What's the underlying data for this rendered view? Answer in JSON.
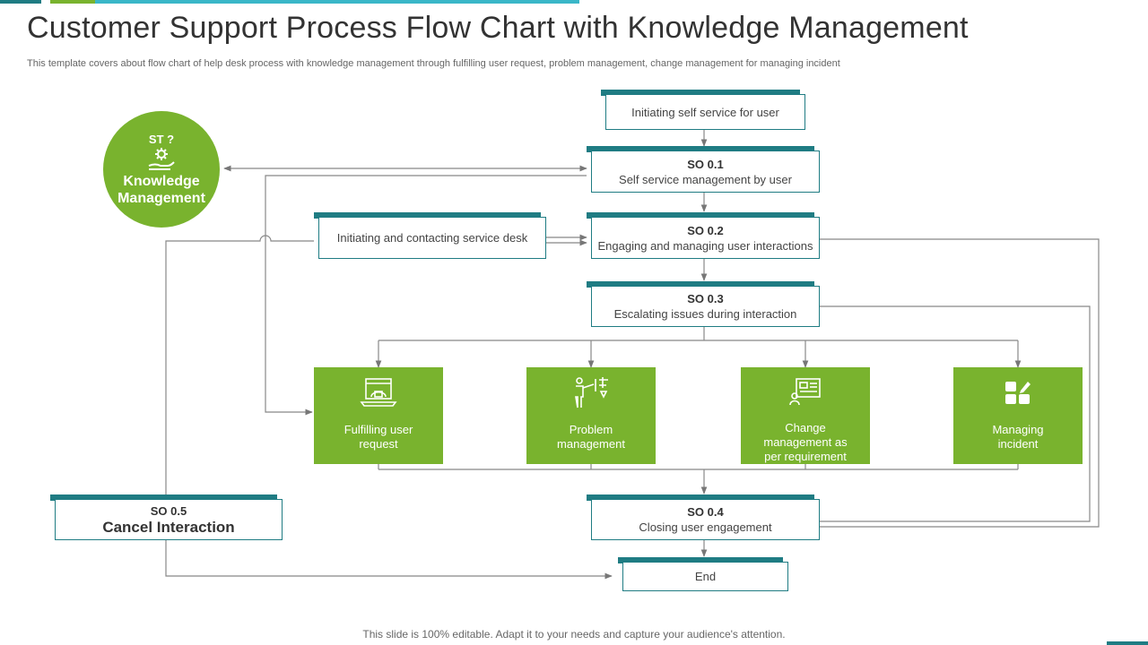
{
  "title": "Customer Support Process Flow Chart with Knowledge Management",
  "subtitle": "This template covers about flow chart of help desk process with knowledge management through fulfilling user request, problem management, change management for managing incident",
  "footer": "This slide is 100% editable. Adapt it to your needs and capture your audience's attention.",
  "colors": {
    "teal": "#1f7c83",
    "green": "#79b32e",
    "cyan": "#3ab7c8",
    "line": "#888888"
  },
  "knowledge": {
    "code": "ST ?",
    "label": "Knowledge Management",
    "icon": "gear-hand-icon"
  },
  "nodes": {
    "self_service": {
      "text": "Initiating self service for user"
    },
    "so01": {
      "code": "SO 0.1",
      "text": "Self service  management  by user"
    },
    "service_desk": {
      "text": "Initiating and contacting service desk"
    },
    "so02": {
      "code": "SO 0.2",
      "text": "Engaging and managing user interactions"
    },
    "so03": {
      "code": "SO 0.3",
      "text": "Escalating issues during interaction"
    },
    "so04": {
      "code": "SO 0.4",
      "text": "Closing user engagement"
    },
    "so05": {
      "code": "SO 0.5",
      "text": "Cancel Interaction"
    },
    "end": {
      "text": "End"
    }
  },
  "processes": [
    {
      "label": "Fulfilling user request",
      "icon": "laptop-request-icon"
    },
    {
      "label": "Problem management",
      "icon": "presenter-board-icon"
    },
    {
      "label": "Change management  as per requirement",
      "icon": "dashboard-user-icon"
    },
    {
      "label": "Managing incident",
      "icon": "shapes-edit-icon"
    }
  ]
}
